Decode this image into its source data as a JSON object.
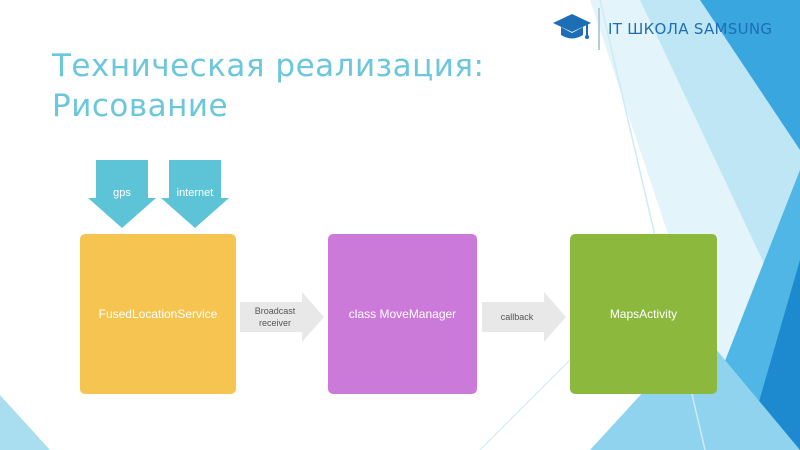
{
  "slide": {
    "title_line1": "Техническая  реализация:",
    "title_line2": "Рисование"
  },
  "logo": {
    "icon": "graduation-cap-icon",
    "text": "IT ШКОЛА SAMSUNG",
    "color": "#1e6eb5"
  },
  "inputs": [
    {
      "label": "gps",
      "color": "#5cc4d6"
    },
    {
      "label": "internet",
      "color": "#5cc4d6"
    }
  ],
  "nodes": [
    {
      "label": "FusedLocationService",
      "color": "#f5c451"
    },
    {
      "label": "class MoveManager",
      "color": "#cb7ad9"
    },
    {
      "label": "MapsActivity",
      "color": "#8cb83e"
    }
  ],
  "links": [
    {
      "label": "Broadcast receiver"
    },
    {
      "label": "callback"
    }
  ],
  "theme": {
    "title_color": "#6cc6dc",
    "accent_blue": "#1a8fd6",
    "arrow_gray": "#e8e8e8"
  }
}
